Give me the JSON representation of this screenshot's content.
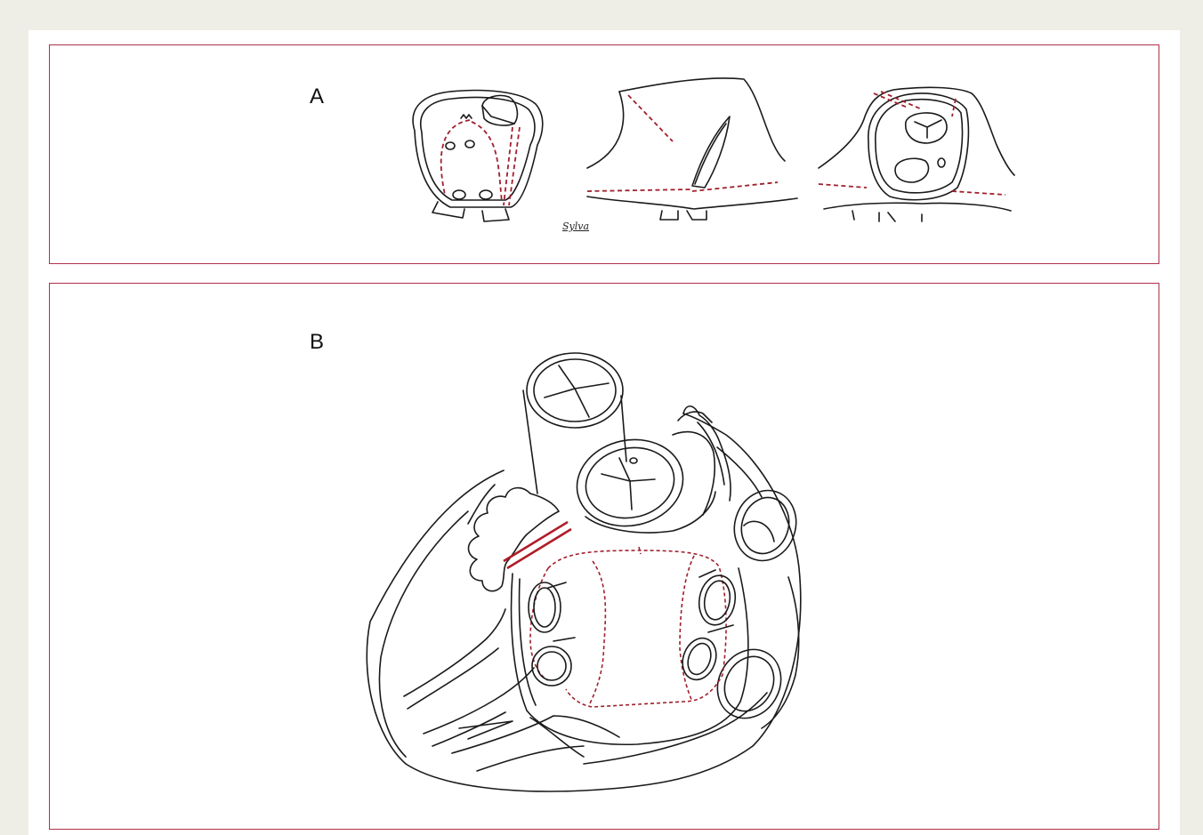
{
  "figure": {
    "panel_a": {
      "label": "A",
      "signature": "Sylva"
    },
    "panel_b": {
      "label": "B"
    }
  },
  "colors": {
    "frame": "#b0304a",
    "incision_lines": "#a0202c",
    "ink": "#1a1a1a",
    "background": "#efeee6"
  }
}
